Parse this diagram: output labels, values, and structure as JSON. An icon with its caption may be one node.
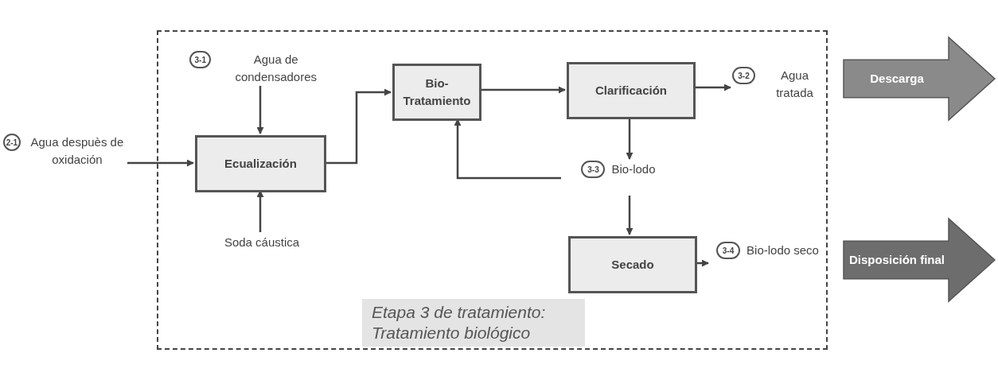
{
  "diagram": {
    "nodes": [
      {
        "text": [
          "Etapa 3 de tratamiento: Tratamiento biológico"
        ]
      },
      {
        "text": [
          "2-1",
          "Agua despuès de oxidación"
        ]
      },
      {
        "text": [
          "3-1",
          "Agua de condensadores"
        ],
        "in": 0
      },
      {
        "text": [
          "Ecualización"
        ],
        "in": 0
      },
      {
        "text": [
          "Soda cáustica"
        ],
        "in": 0
      },
      {
        "text": [
          "Bio-Tratamiento"
        ],
        "in": 0
      },
      {
        "text": [
          "Clarificación"
        ],
        "in": 0
      },
      {
        "text": [
          "3-2",
          "Agua tratada"
        ],
        "in": 0
      },
      {
        "text": [
          "3-3",
          "Bio-lodo"
        ],
        "in": 0
      },
      {
        "text": [
          "Secado"
        ],
        "in": 0
      },
      {
        "text": [
          "3-4",
          "Bio-lodo seco"
        ],
        "in": 0
      },
      {
        "text": [
          "Descarga"
        ]
      },
      {
        "text": [
          "Disposición final"
        ]
      }
    ],
    "edges": [
      {
        "from": 1,
        "to": 3,
        "arrow": "to"
      },
      {
        "from": 2,
        "to": 3,
        "arrow": "to"
      },
      {
        "from": 4,
        "to": 3,
        "arrow": "to"
      },
      {
        "from": 3,
        "to": 5,
        "arrow": "to"
      },
      {
        "from": 5,
        "to": 6,
        "arrow": "to"
      },
      {
        "from": 6,
        "to": 7,
        "arrow": "to"
      },
      {
        "from": 6,
        "to": 8,
        "arrow": "to"
      },
      {
        "from": 8,
        "to": 5,
        "arrow": "to"
      },
      {
        "from": 8,
        "to": 9,
        "arrow": "to"
      },
      {
        "from": 9,
        "to": 10,
        "arrow": "to"
      }
    ]
  }
}
